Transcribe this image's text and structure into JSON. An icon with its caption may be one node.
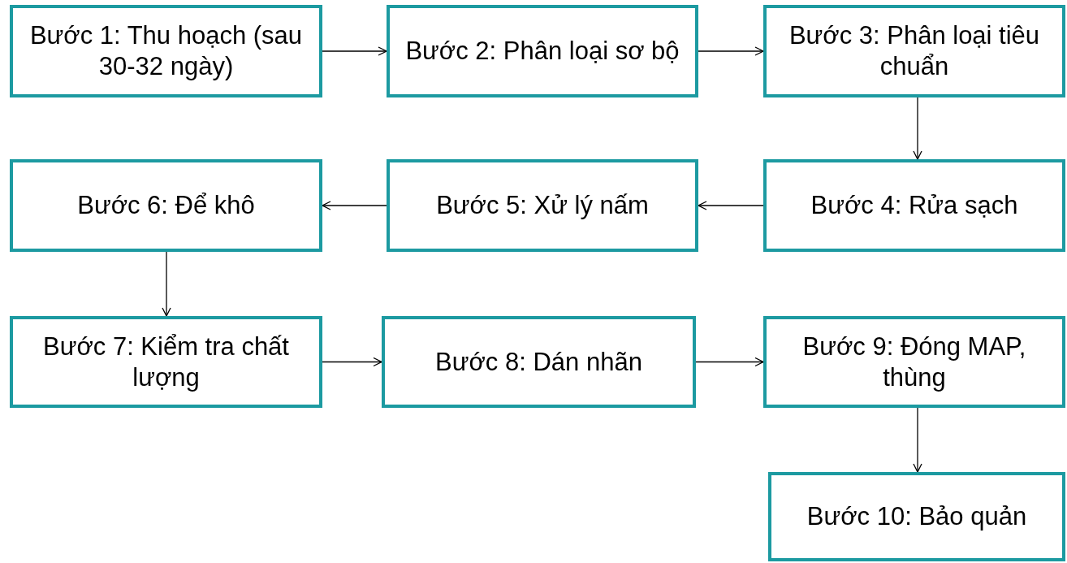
{
  "diagram": {
    "nodes": [
      {
        "text": [
          "Bước 1: Thu hoạch (sau 30-32 ngày)"
        ]
      },
      {
        "text": [
          "Bước 2: Phân loại sơ bộ"
        ]
      },
      {
        "text": [
          "Bước 3: Phân loại tiêu chuẩn"
        ]
      },
      {
        "text": [
          "Bước 4: Rửa sạch"
        ]
      },
      {
        "text": [
          "Bước 5: Xử lý nấm"
        ]
      },
      {
        "text": [
          "Bước 6: Để khô"
        ]
      },
      {
        "text": [
          "Bước 7: Kiểm tra chất lượng"
        ]
      },
      {
        "text": [
          "Bước 8: Dán nhãn"
        ]
      },
      {
        "text": [
          "Bước 9: Đóng MAP, thùng"
        ]
      },
      {
        "text": [
          "Bước 10: Bảo quản"
        ]
      }
    ],
    "edges": [
      {
        "from": 0,
        "to": 1,
        "arrow": "to"
      },
      {
        "from": 1,
        "to": 2,
        "arrow": "to"
      },
      {
        "from": 2,
        "to": 3,
        "arrow": "to"
      },
      {
        "from": 3,
        "to": 4,
        "arrow": "to"
      },
      {
        "from": 4,
        "to": 5,
        "arrow": "to"
      },
      {
        "from": 5,
        "to": 6,
        "arrow": "to"
      },
      {
        "from": 6,
        "to": 7,
        "arrow": "to"
      },
      {
        "from": 7,
        "to": 8,
        "arrow": "to"
      },
      {
        "from": 8,
        "to": 9,
        "arrow": "to"
      }
    ]
  }
}
